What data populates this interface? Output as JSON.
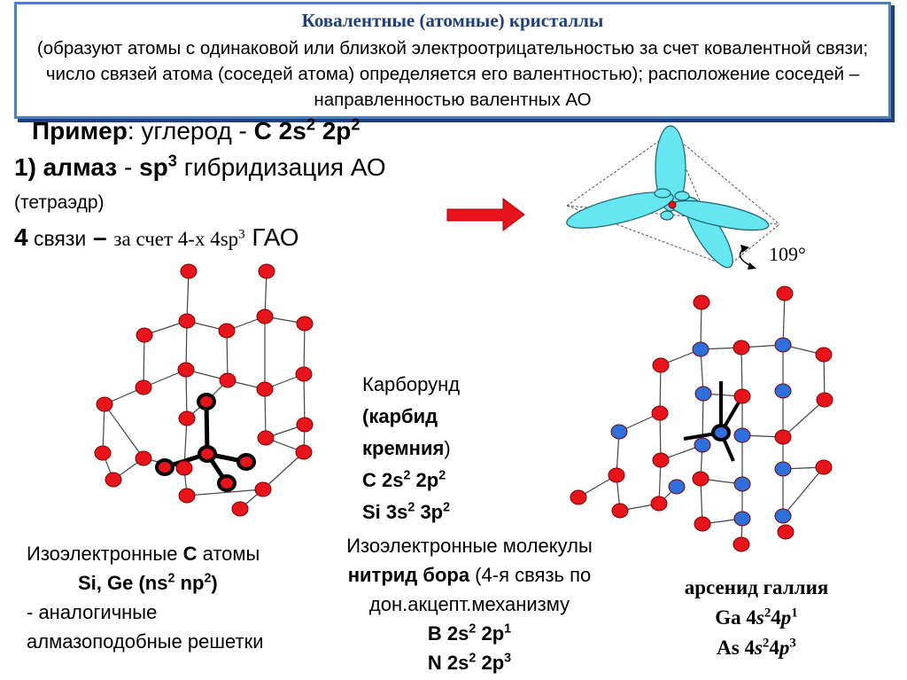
{
  "header": {
    "title": "Ковалентные (атомные) кристаллы",
    "description": "(образуют атомы с одинаковой или близкой электроотрицательностью за счет ковалентной связи; число связей атома (соседей атома) определяется его валентностью); расположение соседей – направленностью валентных АО"
  },
  "example": {
    "label": "Пример",
    "sep": ": углерод - ",
    "formula": "C 2s",
    "e1": "2",
    "mid": " 2p",
    "e2": "2"
  },
  "diamond": {
    "prefix": "1) алмаз",
    "dash": " - ",
    "sp": "sp",
    "sp_exp": "3",
    "hyb": " гибридизация АО",
    "shape": "(тетраэдр)",
    "bonds_num": "4",
    "bonds_text": " связи",
    "bonds_dash": " – ",
    "bonds_rest": "за счет 4-х 4sp",
    "bonds_exp": "3",
    "bonds_end": " ГАО"
  },
  "angle_label": "109°",
  "carborundum": {
    "name": "Карборунд",
    "sub1": "(карбид",
    "sub2": "кремния",
    "sub2_end": ")",
    "c_label": "C  2s",
    "c_e1": "2",
    "c_mid": " 2p",
    "c_e2": "2",
    "si_label": "Si 3s",
    "si_e1": "2",
    "si_mid": " 3p",
    "si_e2": "2"
  },
  "iso_atoms": {
    "line1a": "Изоэлектронные ",
    "line1b": "C",
    "line1c": " атомы",
    "line2": "Si, Ge  (ns",
    "line2_e1": "2",
    "line2_mid": " np",
    "line2_e2": "2",
    "line2_end": ")",
    "line3": "- аналогичные",
    "line4": "алмазоподобные решетки"
  },
  "iso_molecules": {
    "line1": "Изоэлектронные молекулы",
    "line2b": "нитрид бора",
    "line2r": " (4-я связь по",
    "line3": "дон.акцепт.механизму",
    "b_label": "B  2s",
    "b_e1": "2",
    "b_mid": " 2p",
    "b_e2": "1",
    "n_label": "N 2s",
    "n_e1": "2",
    "n_mid": " 2p",
    "n_e2": "3"
  },
  "gaas": {
    "name": "арсенид галлия",
    "ga": "Ga 4",
    "ga_s": "s",
    "ga_e1": "2",
    "ga_4": "4",
    "ga_p": "p",
    "ga_e2": "1",
    "as": "As 4",
    "as_s": "s",
    "as_e1": "2",
    "as_4": "4",
    "as_p": "p",
    "as_e2": "3"
  },
  "colors": {
    "accent_border": "#4f81bd",
    "title": "#1f3f7a",
    "atom_red": "#e8141c",
    "atom_blue": "#2f6fdc",
    "orbital": "#66e6f0",
    "arrow": "#e8141c"
  }
}
